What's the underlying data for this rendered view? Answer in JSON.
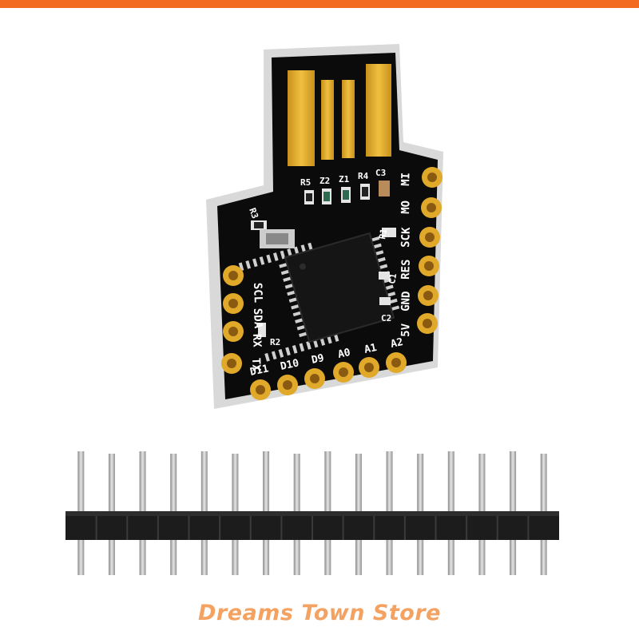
{
  "store": {
    "name": "Dreams Town Store"
  },
  "colors": {
    "accent": "#f26b21",
    "store_text": "#f4a261",
    "pcb": "#0b0b0b",
    "gold": "#e0a92a"
  },
  "board": {
    "side_pins": [
      "SCL",
      "SDA",
      "RX",
      "TX"
    ],
    "right_pins": [
      "MI",
      "MO",
      "SCK",
      "RES",
      "GND",
      "5V"
    ],
    "bottom_pins": [
      "D11",
      "D10",
      "D9",
      "A0",
      "A1",
      "A2"
    ],
    "components": [
      "R5",
      "Z2",
      "Z1",
      "R4",
      "C3",
      "R3",
      "R1",
      "R2",
      "C1",
      "C2"
    ]
  },
  "header_pins": {
    "count": 16
  }
}
